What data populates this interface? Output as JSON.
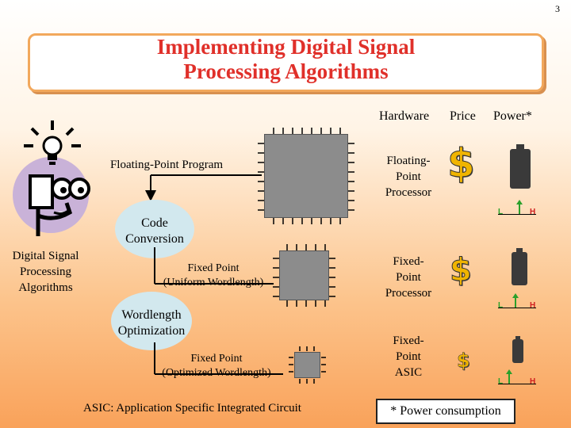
{
  "page_number": "3",
  "title_line1": "Implementing Digital Signal",
  "title_line2": "Processing Algorithms",
  "left_caption": {
    "line1": "Digital Signal",
    "line2": "Processing",
    "line3": "Algorithms"
  },
  "flow": {
    "floating_program": "Floating-Point Program",
    "code_conversion_1": "Code",
    "code_conversion_2": "Conversion",
    "fixed_uniform_1": "Fixed Point",
    "fixed_uniform_2": "(Uniform Wordlength)",
    "wordlength_opt_1": "Wordlength",
    "wordlength_opt_2": "Optimization",
    "fixed_optimized_1": "Fixed Point",
    "fixed_optimized_2": "(Optimized Wordlength)",
    "asic_note": "ASIC: Application Specific Integrated Circuit"
  },
  "table": {
    "headers": [
      "Hardware",
      "Price",
      "Power*"
    ],
    "rows": [
      {
        "hardware": [
          "Floating-",
          "Point",
          "Processor"
        ],
        "price_symbol": "$",
        "gauge_low": "L",
        "gauge_high": "H"
      },
      {
        "hardware": [
          "Fixed-",
          "Point",
          "Processor"
        ],
        "price_symbol": "$",
        "gauge_low": "L",
        "gauge_high": "H"
      },
      {
        "hardware": [
          "Fixed-",
          "Point",
          "ASIC"
        ],
        "price_symbol": "$",
        "gauge_low": "L",
        "gauge_high": "H"
      }
    ]
  },
  "footnote": "* Power consumption",
  "colors": {
    "title": "#e0302a",
    "title_border": "#f2a85c",
    "dollar": "#f0b400",
    "gauge_low": "#2aa02a",
    "gauge_high": "#d02020",
    "bubble": "#d2e8ee"
  }
}
